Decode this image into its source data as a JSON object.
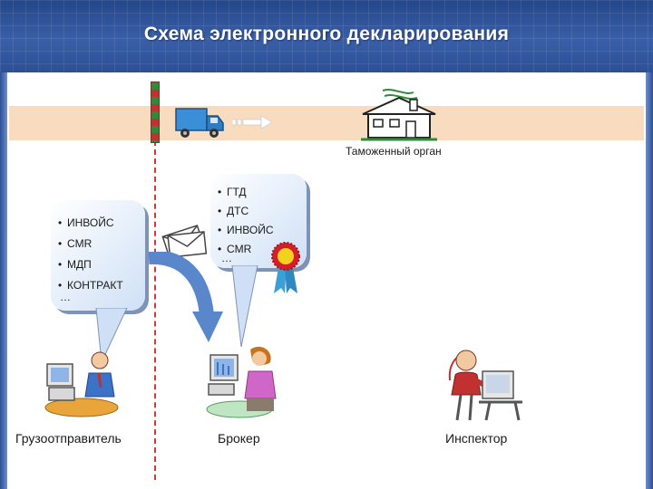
{
  "title": "Схема электронного декларирования",
  "customs": {
    "label": "Таможенный орган"
  },
  "shipper": {
    "label": "Грузоотправитель",
    "documents": [
      "ИНВОЙС",
      "CMR",
      "МДП",
      "КОНТРАКТ"
    ],
    "more": "…"
  },
  "broker": {
    "label": "Брокер",
    "documents": [
      "ГТД",
      "ДТС",
      "ИНВОЙС",
      "CMR"
    ],
    "more": "…"
  },
  "inspector": {
    "label": "Инспектор"
  },
  "colors": {
    "header": "#2c4f96",
    "road": "#f9dcc0",
    "border_line": "#d23a3a",
    "bubble": "#cfe0f6",
    "arrow": "#5a86cc"
  },
  "icons": [
    "truck-icon",
    "arrow-right-icon",
    "customs-house-icon",
    "border-pole-icon",
    "envelopes-icon",
    "seal-icon",
    "shipper-person-icon",
    "broker-person-icon",
    "inspector-person-icon",
    "curved-arrow-icon"
  ]
}
